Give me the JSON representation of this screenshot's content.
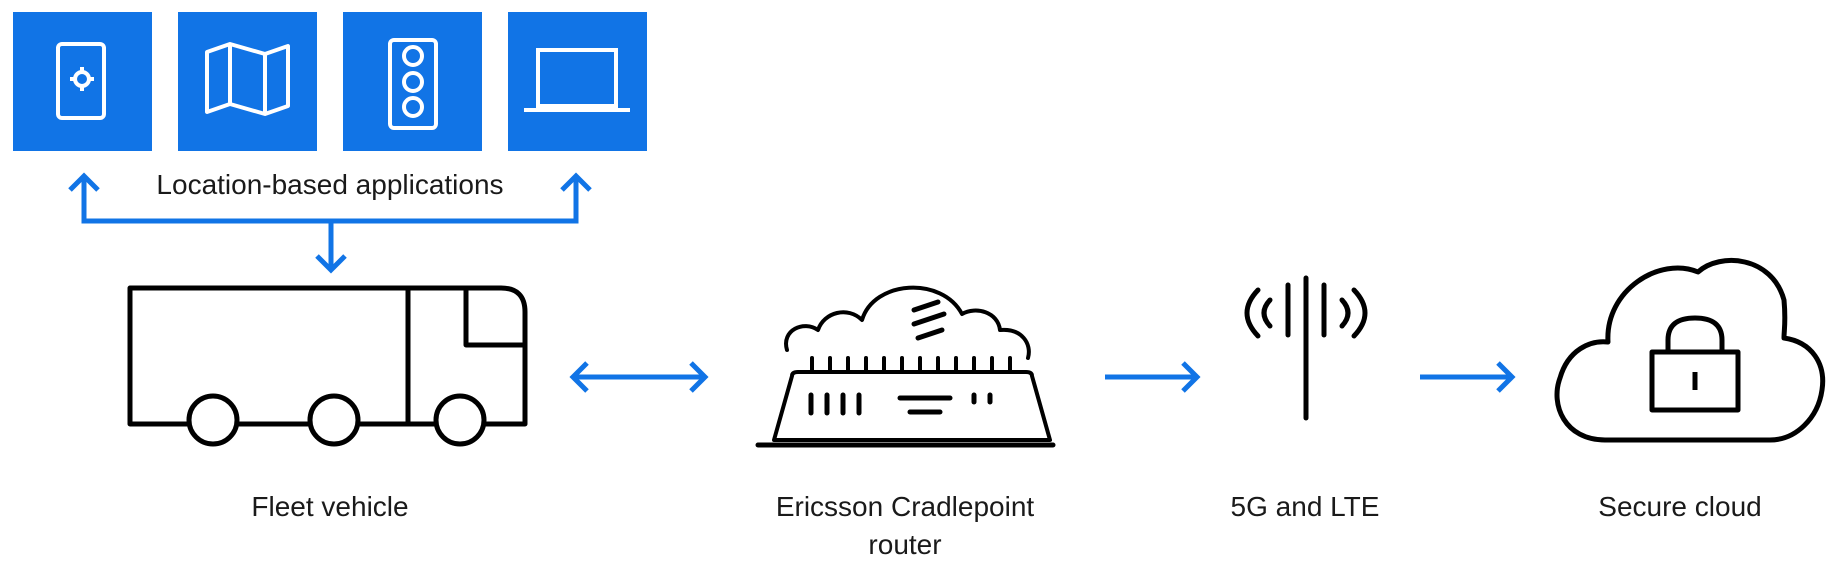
{
  "colors": {
    "accent": "#1174e6",
    "stroke": "#000000",
    "text": "#1a1a1a"
  },
  "apps": {
    "label": "Location-based applications",
    "tiles": [
      {
        "icon": "phone-location-icon"
      },
      {
        "icon": "map-icon"
      },
      {
        "icon": "traffic-light-icon"
      },
      {
        "icon": "laptop-icon"
      }
    ]
  },
  "nodes": {
    "vehicle": {
      "icon": "truck-icon",
      "label": "Fleet vehicle"
    },
    "router": {
      "icon": "router-icon",
      "label_line1": "Ericsson Cradlepoint",
      "label_line2": "router"
    },
    "network": {
      "icon": "antenna-icon",
      "label": "5G and LTE"
    },
    "cloud": {
      "icon": "cloud-lock-icon",
      "label": "Secure cloud"
    }
  }
}
